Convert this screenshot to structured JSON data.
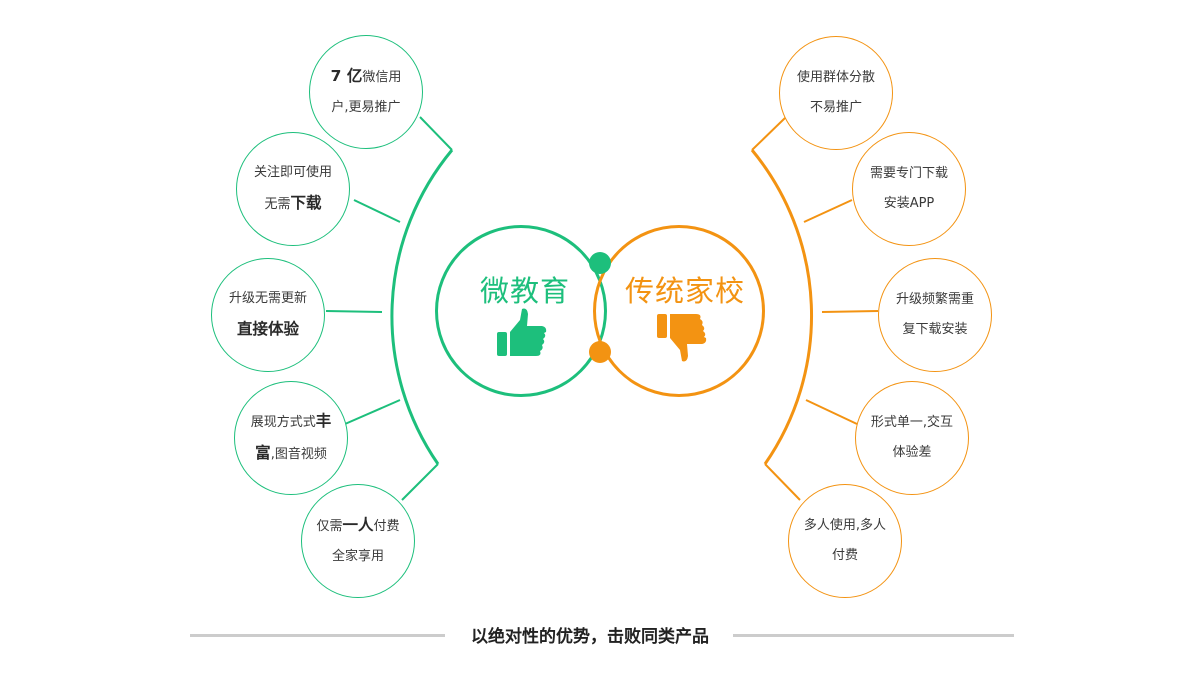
{
  "colors": {
    "good": "#1dbf7c",
    "bad": "#f39312",
    "rule": "#cccccc"
  },
  "left_hub": {
    "title": "微教育",
    "icon": "thumbs-up-icon"
  },
  "right_hub": {
    "title": "传统家校",
    "icon": "thumbs-down-icon"
  },
  "left_points": [
    {
      "line1_strong": "7 亿",
      "line1": "微信用",
      "line2": "户,更易推广",
      "line2_strong": ""
    },
    {
      "line1_strong": "",
      "line1": "关注即可使用",
      "line2": "无需",
      "line2_strong": "下载"
    },
    {
      "line1_strong": "",
      "line1": "升级无需更新",
      "line2": "",
      "line2_strong": "直接体验"
    },
    {
      "line1_strong": "",
      "line1": "展现方式式",
      "line1_tail": "丰",
      "line2_strong": "富",
      "line2": ",图音视频"
    },
    {
      "line1_strong": "",
      "line1": "仅需",
      "line1_tail": "一人",
      "line1_after": "付费",
      "line2": "全家享用",
      "line2_strong": ""
    }
  ],
  "right_points": [
    {
      "line1": "使用群体分散",
      "line2": "不易推广"
    },
    {
      "line1": "需要专门下载",
      "line2": "安装APP"
    },
    {
      "line1": "升级频繁需重",
      "line2": "复下载安装"
    },
    {
      "line1": "形式单一,交互",
      "line2": "体验差"
    },
    {
      "line1": "多人使用,多人",
      "line2": "付费"
    }
  ],
  "footer": "以绝对性的优势，击败同类产品"
}
